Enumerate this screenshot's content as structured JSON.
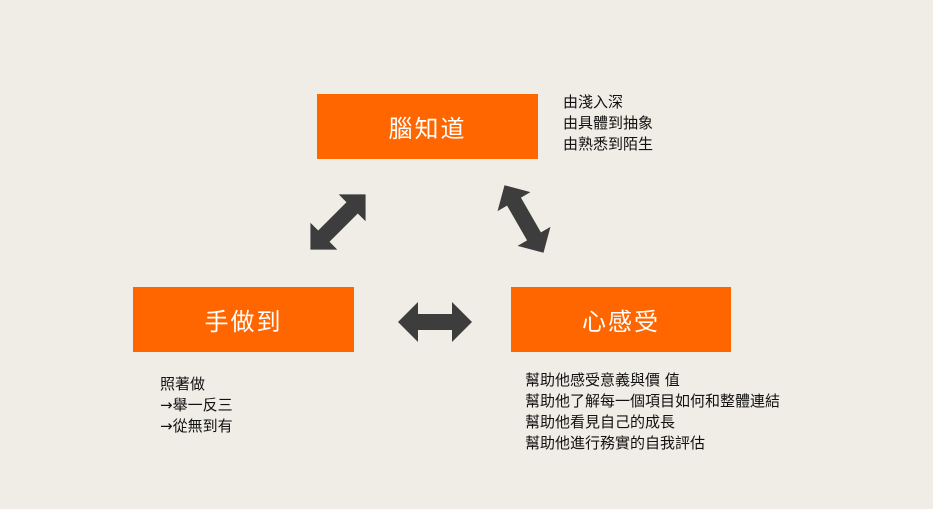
{
  "nodes": {
    "top": {
      "label": "腦知道",
      "notes": [
        "由淺入深",
        "由具體到抽象",
        "由熟悉到陌生"
      ]
    },
    "left": {
      "label": "手做到",
      "notes": [
        "照著做",
        "→舉一反三",
        "→從無到有"
      ]
    },
    "right": {
      "label": "心感受",
      "notes": [
        "幫助他感受意義與價 值",
        "幫助他了解每一個項目如何和整體連結",
        "幫助他看見自己的成長",
        "幫助他進行務實的自我評估"
      ]
    }
  },
  "colors": {
    "box": "#ff6600",
    "arrow": "#3d3d3d",
    "background": "#f0ede6"
  },
  "arrows": [
    {
      "from": "top",
      "to": "left",
      "type": "double-arrow"
    },
    {
      "from": "top",
      "to": "right",
      "type": "double-arrow"
    },
    {
      "from": "left",
      "to": "right",
      "type": "double-arrow"
    }
  ]
}
